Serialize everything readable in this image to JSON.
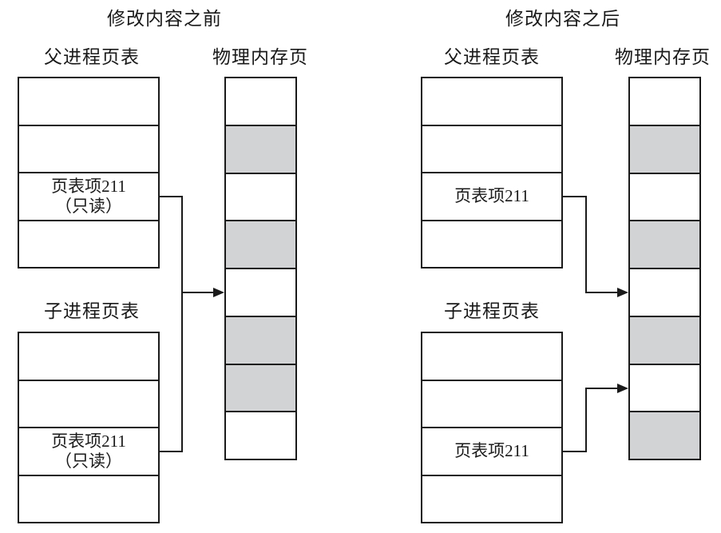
{
  "figure": {
    "panels": [
      {
        "key": "before",
        "title": "修改内容之前",
        "parent_table": {
          "label": "父进程页表",
          "entry_label": "页表项211",
          "entry_note": "（只读）"
        },
        "child_table": {
          "label": "子进程页表",
          "entry_label": "页表项211",
          "entry_note": "（只读）"
        },
        "memory": {
          "label": "物理内存页",
          "cell_count": 8,
          "shaded_cells": [
            2,
            4,
            6,
            7
          ]
        }
      },
      {
        "key": "after",
        "title": "修改内容之后",
        "parent_table": {
          "label": "父进程页表",
          "entry_label": "页表项211",
          "entry_note": ""
        },
        "child_table": {
          "label": "子进程页表",
          "entry_label": "页表项211",
          "entry_note": ""
        },
        "memory": {
          "label": "物理内存页",
          "cell_count": 8,
          "shaded_cells": [
            2,
            4,
            6,
            8
          ]
        }
      }
    ],
    "colors": {
      "shaded_cell": "#d1d3d4",
      "line": "#1a1a1a",
      "background": "#ffffff"
    }
  }
}
